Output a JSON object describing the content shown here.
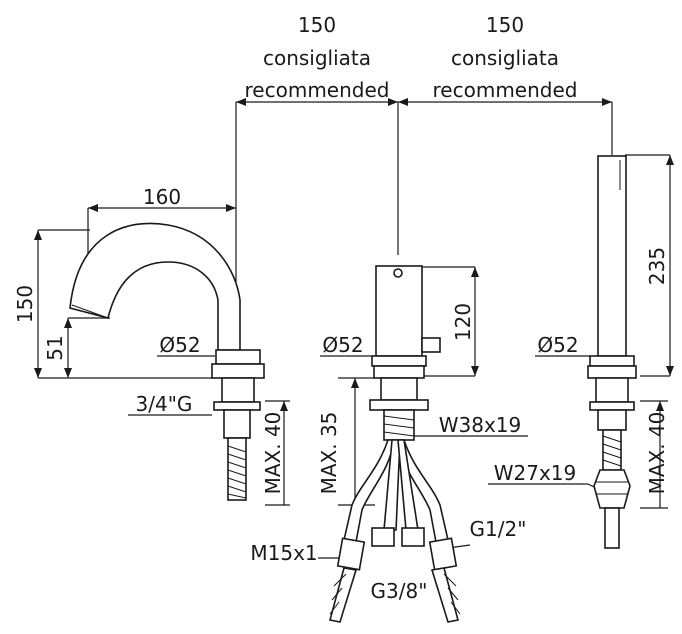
{
  "dimensions": {
    "spacing_left": {
      "value": "150",
      "it": "consigliata",
      "en": "recommended"
    },
    "spacing_right": {
      "value": "150",
      "it": "consigliata",
      "en": "recommended"
    },
    "spout_reach": "160",
    "spout_height": "150",
    "spout_outlet_height": "51",
    "mixer_height": "120",
    "shower_height": "235",
    "base_diameter_spout": "Ø52",
    "base_diameter_mixer": "Ø52",
    "base_diameter_shower": "Ø52",
    "thread_spout": "3/4\"G",
    "max_spout": "MAX. 40",
    "max_mixer": "MAX. 35",
    "max_shower": "MAX. 40",
    "thread_mixer": "W38x19",
    "thread_shower": "W27x19",
    "hose_m15": "M15x1",
    "hose_g12": "G1/2\"",
    "hose_g38": "G3/8\""
  }
}
